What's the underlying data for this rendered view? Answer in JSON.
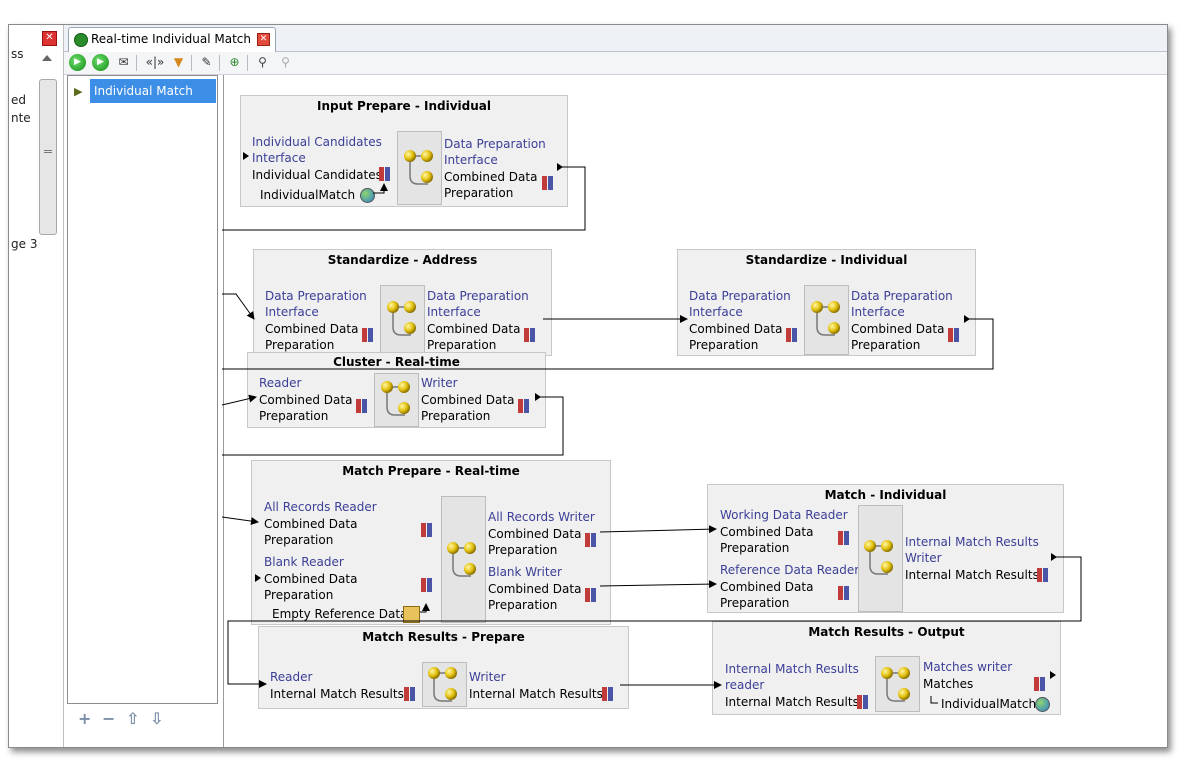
{
  "left_panel": {
    "fragments": [
      "ss",
      "ed",
      "nte",
      "ge 3"
    ]
  },
  "tab": {
    "label": "Real-time Individual Match"
  },
  "toolbar": {
    "icons": [
      "run-icon",
      "run-step-icon",
      "mail-icon",
      "split-icon",
      "filter-icon",
      "edit-icon",
      "add-icon",
      "zoom-icon",
      "zoom-disabled-icon"
    ],
    "split_label": "«|»"
  },
  "tree": {
    "items": [
      {
        "label": "Individual Match"
      }
    ]
  },
  "canvas": {
    "boxes": {
      "input_prepare": {
        "title": "Input Prepare - Individual",
        "in_label": "Individual Candidates Interface",
        "in_line1": "Individual Candidates",
        "in_line2": "Interface",
        "in_type": "Individual Candidates",
        "extra": "IndividualMatch",
        "out_line1": "Data Preparation",
        "out_line2": "Interface",
        "out_type1": "Combined Data",
        "out_type2": "Preparation"
      },
      "std_address": {
        "title": "Standardize - Address",
        "in_line1": "Data Preparation",
        "in_line2": "Interface",
        "in_type1": "Combined Data",
        "in_type2": "Preparation",
        "out_line1": "Data Preparation",
        "out_line2": "Interface",
        "out_type1": "Combined Data",
        "out_type2": "Preparation"
      },
      "std_individual": {
        "title": "Standardize - Individual",
        "in_line1": "Data Preparation",
        "in_line2": "Interface",
        "in_type1": "Combined Data",
        "in_type2": "Preparation",
        "out_line1": "Data Preparation",
        "out_line2": "Interface",
        "out_type1": "Combined Data",
        "out_type2": "Preparation"
      },
      "cluster": {
        "title": "Cluster - Real-time",
        "in_line1": "Reader",
        "in_type1": "Combined Data",
        "in_type2": "Preparation",
        "out_line1": "Writer",
        "out_type1": "Combined Data",
        "out_type2": "Preparation"
      },
      "match_prepare": {
        "title": "Match Prepare - Real-time",
        "in1": "All Records Reader",
        "in1_type1": "Combined Data",
        "in1_type2": "Preparation",
        "in2": "Blank Reader",
        "in2_type1": "Combined Data",
        "in2_type2": "Preparation",
        "extra": "Empty Reference Data",
        "out1": "All Records Writer",
        "out1_type1": "Combined Data",
        "out1_type2": "Preparation",
        "out2": "Blank Writer",
        "out2_type1": "Combined Data",
        "out2_type2": "Preparation"
      },
      "match_individual": {
        "title": "Match - Individual",
        "in1": "Working Data Reader",
        "in1_type1": "Combined Data",
        "in1_type2": "Preparation",
        "in2": "Reference Data Reader",
        "in2_type1": "Combined Data",
        "in2_type2": "Preparation",
        "out_line1": "Internal Match Results",
        "out_line2": "Writer",
        "out_type": "Internal Match Results"
      },
      "results_prepare": {
        "title": "Match Results - Prepare",
        "in_line1": "Reader",
        "in_type": "Internal Match Results",
        "out_line1": "Writer",
        "out_type": "Internal Match Results"
      },
      "results_output": {
        "title": "Match Results - Output",
        "in_line1": "Internal Match Results",
        "in_line2": "reader",
        "in_type": "Internal Match Results",
        "out_line1": "Matches writer",
        "out_type": "Matches",
        "extra": "IndividualMatch"
      }
    }
  }
}
